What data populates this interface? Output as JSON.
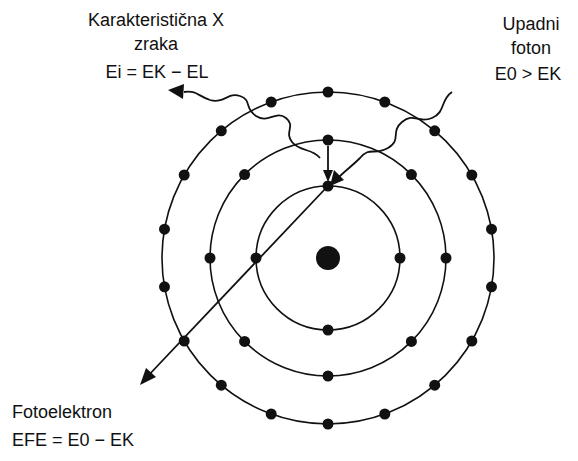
{
  "diagram": {
    "labels": [
      "Karakteristična X zraka",
      "Ei = EK − EL",
      "Upadni foton",
      "E0 > EK",
      "Fotoelektron",
      "EFE = E0 − EK"
    ]
  }
}
